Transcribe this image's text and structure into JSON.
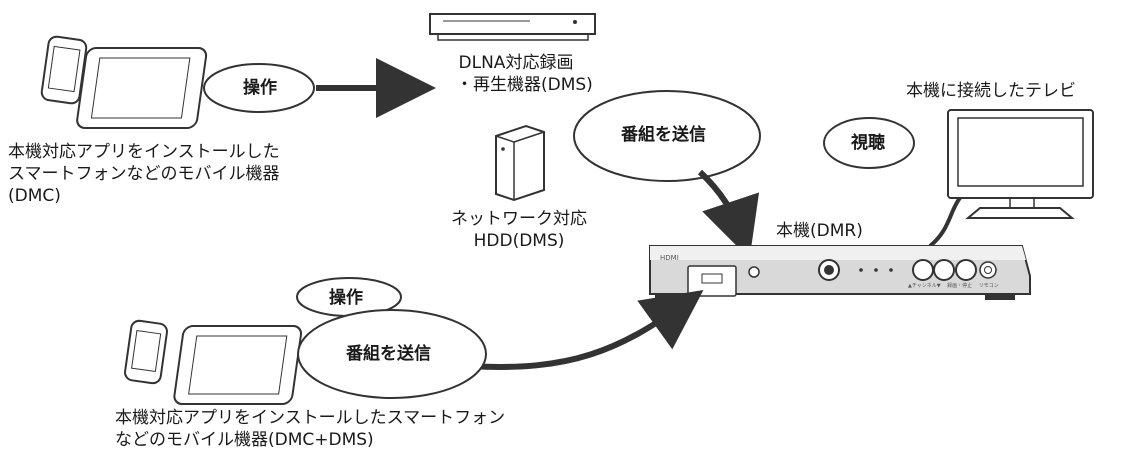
{
  "labels": {
    "operation_top": "操作",
    "operation_bottom": "操作",
    "send_program_top": "番組を送信",
    "send_program_bottom": "番組を送信",
    "watch": "視聴",
    "dms_recorder_line1": "DLNA対応録画",
    "dms_recorder_line2": "・再生機器(DMS)",
    "dms_hdd_line1": "ネットワーク対応",
    "dms_hdd_line2": "HDD(DMS)",
    "tv": "本機に接続したテレビ",
    "dmr": "本機(DMR)",
    "dmc_line1": "本機対応アプリをインストールした",
    "dmc_line2": "スマートフォンなどのモバイル機器",
    "dmc_line3": "(DMC)",
    "dmc_dms_line1": "本機対応アプリをインストールしたスマートフォン",
    "dmc_dms_line2": "などのモバイル機器(DMC+DMS)"
  },
  "device_panel": {
    "hdmi": "HDMI",
    "buttons_caption": "▲チャンネル▼ 　録画・停止 　リモコン"
  }
}
